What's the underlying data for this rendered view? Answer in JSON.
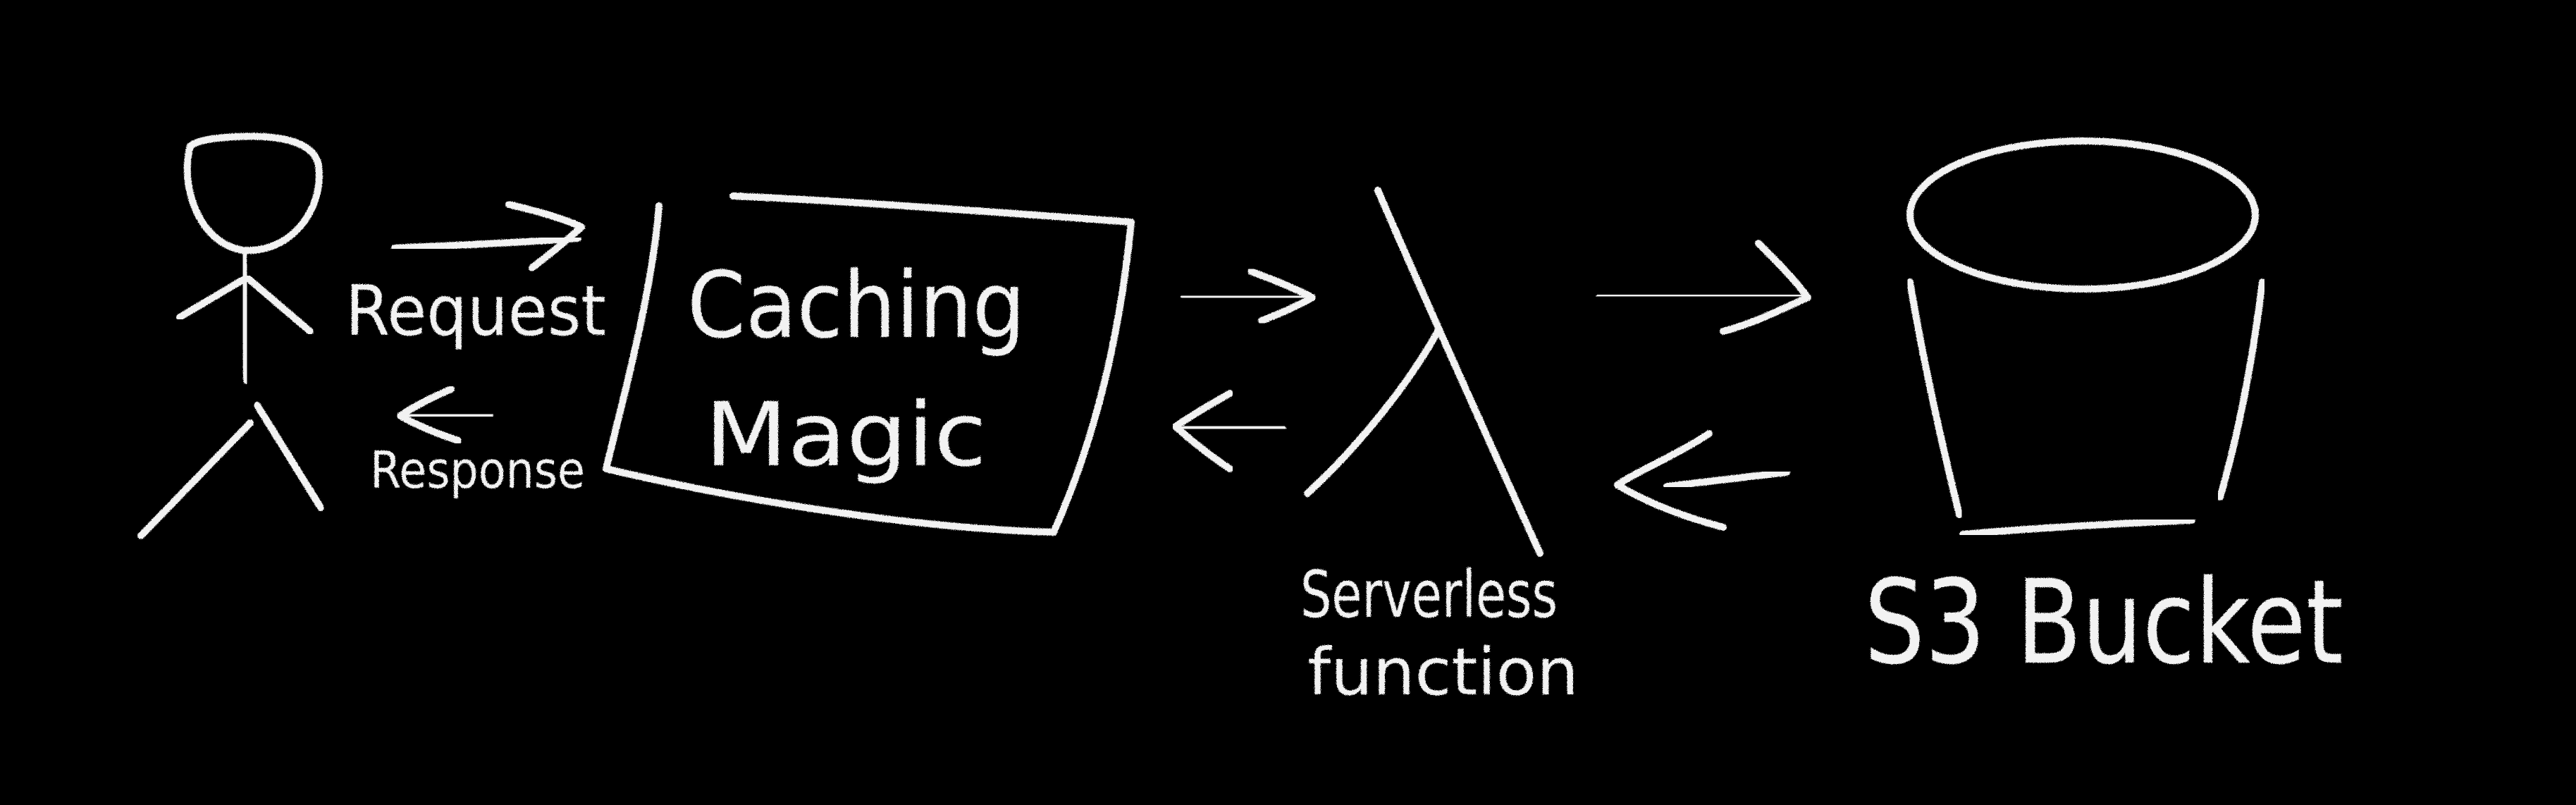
{
  "colors": {
    "background": "#000000",
    "chalk": "#f2f2f2"
  },
  "labels": {
    "request": "Request",
    "response": "Response",
    "caching_line1": "Caching",
    "caching_line2": "Magic",
    "serverless_line1": "Serverless",
    "serverless_line2": "function",
    "s3": "S3 Bucket"
  }
}
